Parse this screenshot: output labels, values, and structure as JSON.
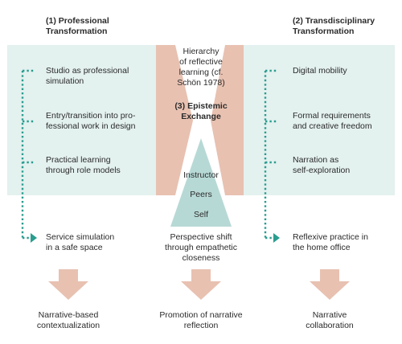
{
  "left": {
    "heading_line1": "(1) Professional",
    "heading_line2": "Transformation",
    "items": [
      {
        "line1": "Studio as professional",
        "line2": "simulation"
      },
      {
        "line1": "Entry/transition into pro-",
        "line2": "fessional work in design"
      },
      {
        "line1": "Practical learning",
        "line2": "through role models"
      }
    ],
    "outcome_line1": "Service simulation",
    "outcome_line2": "in a safe space",
    "result_line1": "Narrative-based",
    "result_line2": "contextualization"
  },
  "right": {
    "heading_line1": "(2) Transdisciplinary",
    "heading_line2": "Transformation",
    "items": [
      {
        "line1": "Digital mobility",
        "line2": ""
      },
      {
        "line1": "Formal requirements",
        "line2": "and creative freedom"
      },
      {
        "line1": "Narration as",
        "line2": "self-exploration"
      }
    ],
    "outcome_line1": "Reflexive practice in",
    "outcome_line2": "the home office",
    "result_line1": "Narrative",
    "result_line2": "collaboration"
  },
  "center": {
    "hierarchy_lines": [
      "Hierarchy",
      "of reflective",
      "learning (cf.",
      "Schön 1978)"
    ],
    "epistemic_line1": "(3) Epistemic",
    "epistemic_line2": "Exchange",
    "pyramid_levels": [
      "Instructor",
      "Peers",
      "Self"
    ],
    "outcome_lines": [
      "Perspective shift",
      "through empathetic",
      "closeness"
    ],
    "result_line1": "Promotion of narrative",
    "result_line2": "reflection"
  },
  "colors": {
    "panel": "#e3f1ef",
    "dotted": "#2a9d8f",
    "pyramid": "#b7d9d6",
    "arrow": "#e8c1b1"
  }
}
